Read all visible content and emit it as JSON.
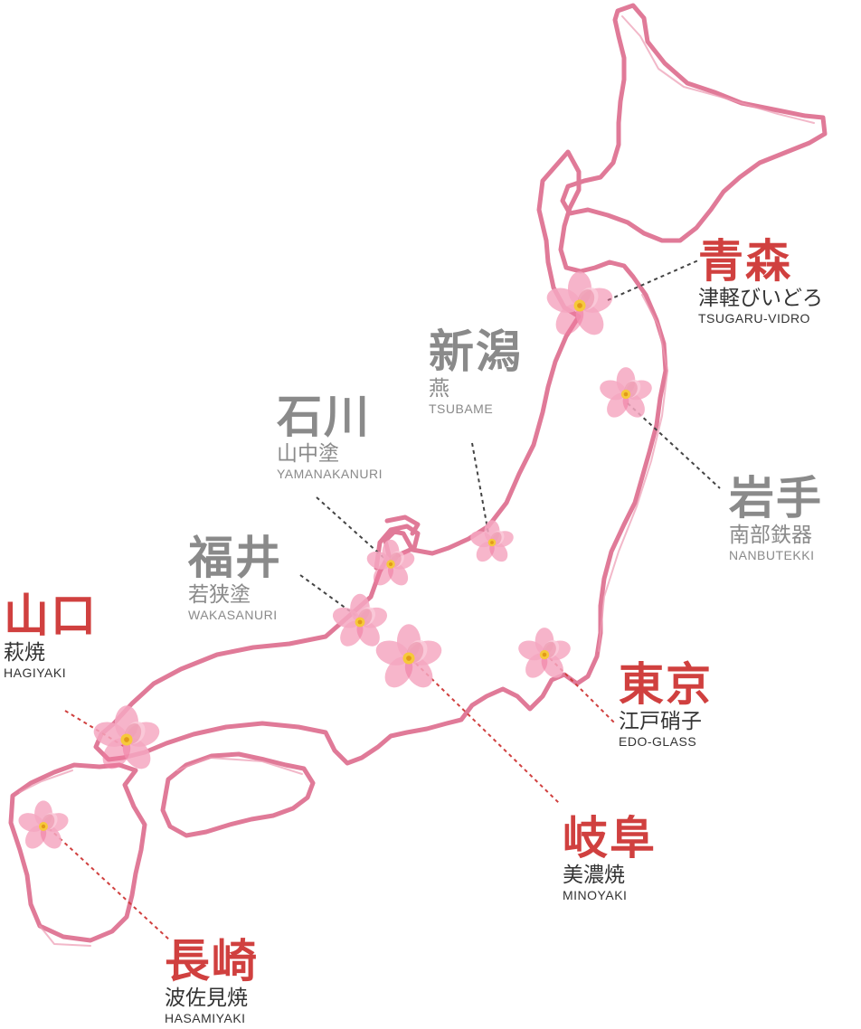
{
  "map": {
    "outline_color": "#e07a98",
    "highlight_color": "#d0403f",
    "muted_color": "#8a8a8a",
    "flower_icon": "sakura-blossom-icon"
  },
  "locations": [
    {
      "id": "aomori",
      "prefecture": "青森",
      "craft": "津軽びいどろ",
      "romaji": "TSUGARU-VIDRO",
      "style": "red"
    },
    {
      "id": "niigata",
      "prefecture": "新潟",
      "craft": "燕",
      "romaji": "TSUBAME",
      "style": "gray"
    },
    {
      "id": "iwate",
      "prefecture": "岩手",
      "craft": "南部鉄器",
      "romaji": "NANBUTEKKI",
      "style": "gray"
    },
    {
      "id": "ishikawa",
      "prefecture": "石川",
      "craft": "山中塗",
      "romaji": "YAMANAKANURI",
      "style": "gray"
    },
    {
      "id": "fukui",
      "prefecture": "福井",
      "craft": "若狭塗",
      "romaji": "WAKASANURI",
      "style": "gray"
    },
    {
      "id": "yamaguchi",
      "prefecture": "山口",
      "craft": "萩焼",
      "romaji": "HAGIYAKI",
      "style": "red"
    },
    {
      "id": "tokyo",
      "prefecture": "東京",
      "craft": "江戸硝子",
      "romaji": "EDO-GLASS",
      "style": "red"
    },
    {
      "id": "gifu",
      "prefecture": "岐阜",
      "craft": "美濃焼",
      "romaji": "MINOYAKI",
      "style": "red"
    },
    {
      "id": "nagasaki",
      "prefecture": "長崎",
      "craft": "波佐見焼",
      "romaji": "HASAMIYAKI",
      "style": "red"
    }
  ]
}
